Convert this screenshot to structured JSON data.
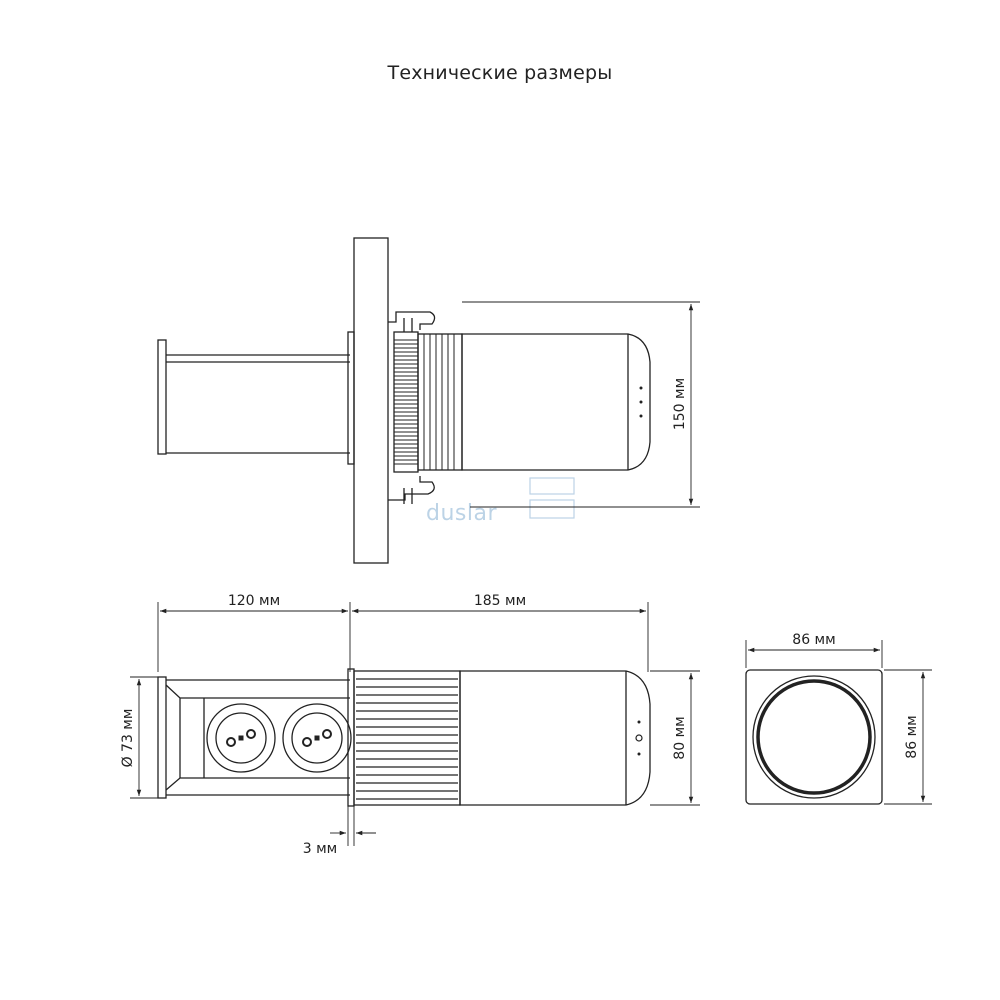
{
  "title": "Технические размеры",
  "dimensions": {
    "top_height": "150 мм",
    "socket_length": "120 мм",
    "body_length": "185 мм",
    "diameter": "Ø 73 мм",
    "body_height": "80 мм",
    "flange": "3 мм",
    "cap_width": "86 мм",
    "cap_height": "86 мм"
  },
  "watermark": "duslar",
  "colors": {
    "line": "#222222",
    "watermark": "#bcd3e6"
  }
}
